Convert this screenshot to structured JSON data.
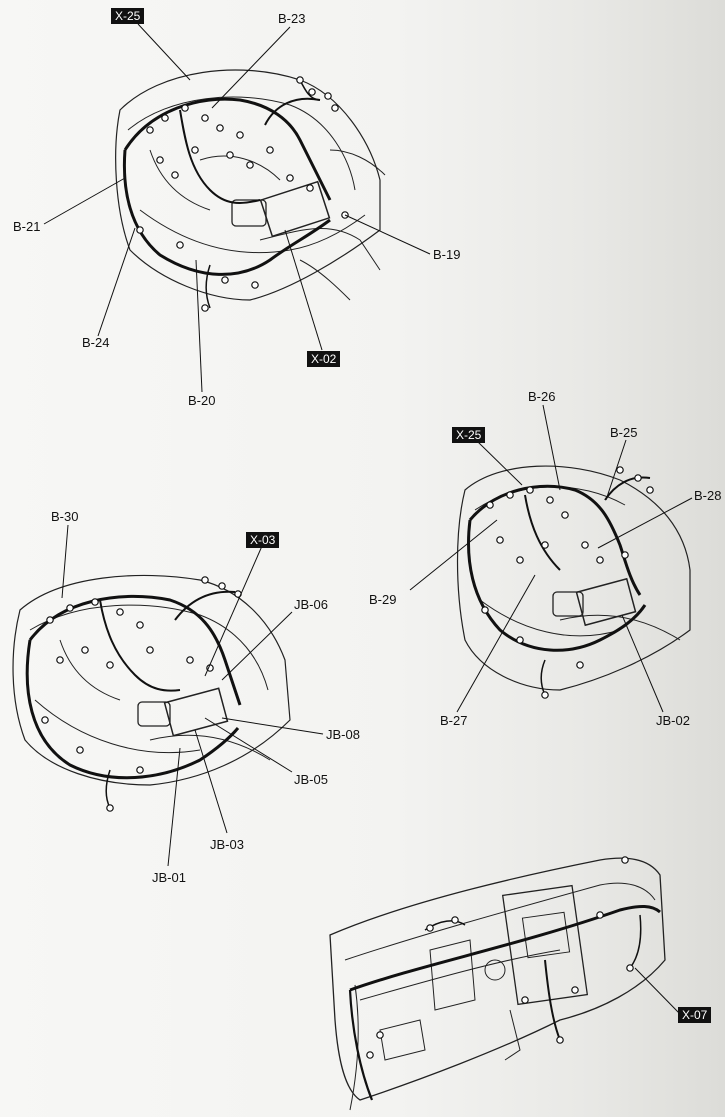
{
  "figure1": {
    "tag_x25": "X-25",
    "b23": "B-23",
    "b21": "B-21",
    "b19": "B-19",
    "b24": "B-24",
    "tag_x02": "X-02",
    "b20": "B-20"
  },
  "figure2": {
    "b26": "B-26",
    "tag_x25": "X-25",
    "b25": "B-25",
    "b28": "B-28",
    "b29": "B-29",
    "b27": "B-27",
    "jb02": "JB-02"
  },
  "figure3": {
    "b30": "B-30",
    "tag_x03": "X-03",
    "jb06": "JB-06",
    "jb08": "JB-08",
    "jb05": "JB-05",
    "jb03": "JB-03",
    "jb01": "JB-01"
  },
  "figure4": {
    "tag_x07": "X-07"
  }
}
